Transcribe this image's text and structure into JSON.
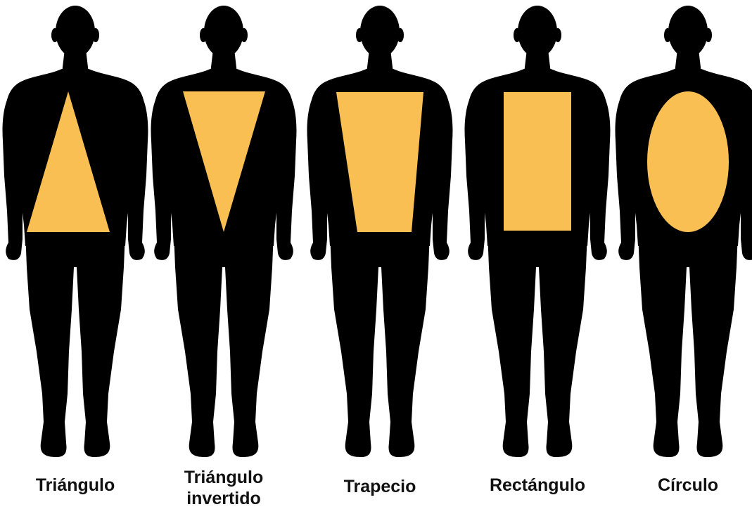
{
  "colors": {
    "silhouette": "#000000",
    "shape": "#f9bf52",
    "text": "#111111"
  },
  "figures": [
    {
      "shape": "triangle",
      "label": "Triángulo"
    },
    {
      "shape": "inverted-triangle",
      "label": "Triángulo\ninvertido"
    },
    {
      "shape": "trapezoid",
      "label": "Trapecio"
    },
    {
      "shape": "rectangle",
      "label": "Rectángulo"
    },
    {
      "shape": "ellipse",
      "label": "Círculo"
    }
  ]
}
